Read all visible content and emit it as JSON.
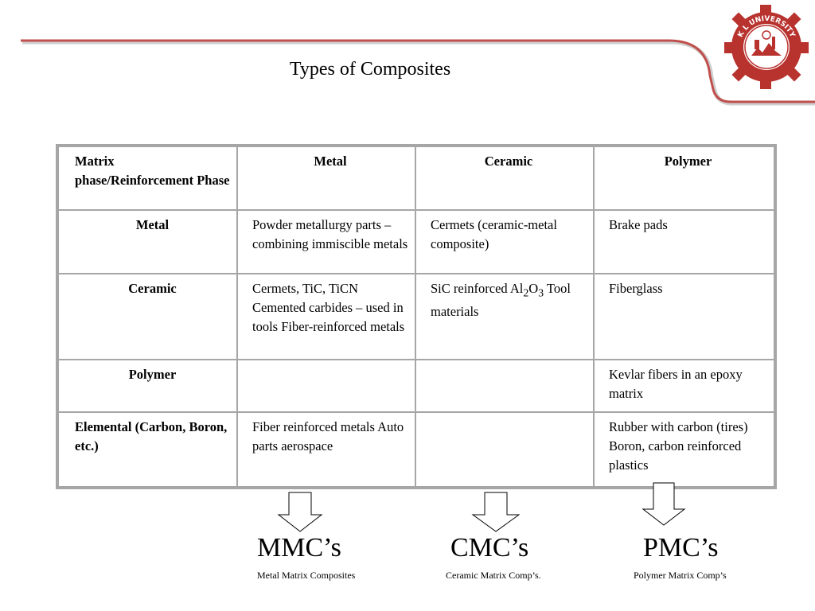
{
  "slide": {
    "title": "Types of Composites",
    "accent_color": "#c0504d"
  },
  "logo": {
    "text": "K L UNIVERSITY",
    "icon": "university-seal-icon"
  },
  "table": {
    "header": [
      "Matrix phase/Reinforcement Phase",
      "Metal",
      "Ceramic",
      "Polymer"
    ],
    "rows": [
      {
        "label": "Metal",
        "cells": [
          "Powder metallurgy parts – combining immiscible metals",
          "Cermets (ceramic-metal composite)",
          "Brake pads"
        ]
      },
      {
        "label": "Ceramic",
        "cells": [
          "Cermets, TiC, TiCN Cemented carbides – used in tools Fiber-reinforced  metals",
          "SiC reinforced Al2O3 Tool materials",
          "Fiberglass"
        ]
      },
      {
        "label": "Polymer",
        "cells": [
          "",
          "",
          "Kevlar fibers in an epoxy matrix"
        ]
      },
      {
        "label": "Elemental (Carbon, Boron, etc.)",
        "cells": [
          "Fiber reinforced metals Auto parts aerospace",
          "",
          "Rubber with carbon (tires) Boron, carbon reinforced plastics"
        ]
      }
    ]
  },
  "outcomes": [
    {
      "abbr": "MMC’s",
      "full": "Metal Matrix Composites"
    },
    {
      "abbr": "CMC’s",
      "full": "Ceramic Matrix Comp’s."
    },
    {
      "abbr": "PMC’s",
      "full": "Polymer Matrix Comp’s"
    }
  ]
}
